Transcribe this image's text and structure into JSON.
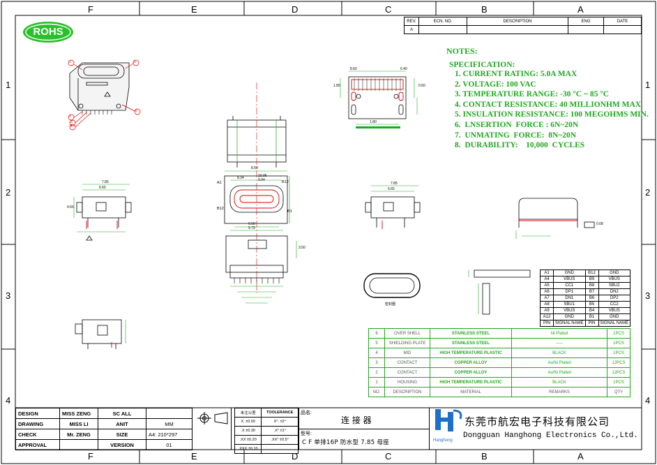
{
  "rohs": "ROHS",
  "zones_top": [
    "F",
    "E",
    "D",
    "C",
    "B",
    "A"
  ],
  "zones_side": [
    "1",
    "2",
    "3",
    "4"
  ],
  "revision": {
    "headers": [
      "REV.",
      "ECN. NO.",
      "DESCRIPTION",
      "ENG",
      "DATE"
    ],
    "row": [
      "A",
      "",
      "",
      "",
      ""
    ]
  },
  "notes": {
    "title": "NOTES:",
    "spec_title": "SPECIFICATION:",
    "items": [
      "1. CURRENT RATING: 5.0A MAX",
      "2. VOLTAGE: 100 VAC",
      "3. TEMPERATURE RANGE: -30 °C ~ 85 °C",
      "4. CONTACT RESISTANCE: 40 MILLIONHM MAX",
      "5. INSULATION RESISTANCE: 100 MEGOHMS MIN.",
      "6.  LNSERTION  FORCE : 6N~20N",
      "7.  UNMATING  FORCE:  8N~20N",
      "8.  DURABILITY:    10,000  CYCLES"
    ]
  },
  "pins": {
    "rows": [
      [
        "A1",
        "GND",
        "B12",
        "GND"
      ],
      [
        "A4",
        "VBUS",
        "B9",
        "VBUS"
      ],
      [
        "A5",
        "CC1",
        "B8",
        "SBU2"
      ],
      [
        "A6",
        "DP1",
        "B7",
        "DN2"
      ],
      [
        "A7",
        "DN1",
        "B6",
        "DP2"
      ],
      [
        "A8",
        "SBU1",
        "B5",
        "CC2"
      ],
      [
        "A9",
        "VBUS",
        "B4",
        "VBUS"
      ],
      [
        "A12",
        "GND",
        "B1",
        "GND"
      ]
    ],
    "footer": [
      "PIN",
      "SIGNAL NAME",
      "PIN",
      "SIGNAL NAME"
    ]
  },
  "bom": {
    "rows": [
      [
        "6",
        "OVER SHELL",
        "STAINLESS STEEL",
        "Ni Plated",
        "1PCS"
      ],
      [
        "5",
        "SHIELDING PLATE",
        "STAINLESS STEEL",
        "-----",
        "1PCS"
      ],
      [
        "4",
        "MID",
        "HIGH TEMPERATURE PLASTIC",
        "BLACK",
        "1PCS"
      ],
      [
        "3",
        "CONTACT",
        "COPPER ALLOY",
        "Au/Ni Plated",
        "12PCS"
      ],
      [
        "2",
        "CONTACT",
        "COPPER ALLOY",
        "Au/Ni Plated",
        "12PCS"
      ],
      [
        "1",
        "HOUSING",
        "HIGH TEMPERATURE PLASTIC",
        "BLACK",
        "1PCS"
      ]
    ],
    "footer": [
      "NO.",
      "DESCRIPTION",
      "MATERIAL",
      "REMARKS",
      "QTY"
    ]
  },
  "title_block": {
    "rows": [
      [
        "DESIGN",
        "MISS ZENG",
        "SC ALL",
        ""
      ],
      [
        "DRAWING",
        "MISS LI",
        "ANIT",
        "MM"
      ],
      [
        "CHECK",
        "Mr. ZENG",
        "SIZE",
        "A4: 210*297"
      ],
      [
        "APPROVAL",
        "",
        "VERSION",
        "01"
      ]
    ],
    "tol_header": [
      "未注公差",
      "TOOLERANCE"
    ],
    "tol_rows": [
      [
        "X. ±0.50",
        "X°. ±2°"
      ],
      [
        ".X ±0.30",
        ".X° ±1°"
      ],
      [
        ".XX ±0.20",
        ".XX° ±0.5°"
      ],
      [
        ".XXX ±0.10",
        ""
      ]
    ],
    "name_label": "品名:",
    "name_value": "连 接 器",
    "model_label": "型号:",
    "model_value": "C F 单排16P 防水型  7.85 母座",
    "company_cn": "东莞市航宏电子科技有限公司",
    "company_en": "Dongguan Hanghong Electronics Co.,Ltd.",
    "logo_text": "Hanghong"
  },
  "seal_label": "密封圈",
  "callouts": [
    "1",
    "2",
    "3",
    "4",
    "5",
    "6"
  ],
  "dims": {
    "top_left": "8.60",
    "top_right": "6.40",
    "pitch": "1.80",
    "side_a": "1.80",
    "side_b": "0.50",
    "a1": "A1",
    "b12": "B12",
    "b1": "B1",
    "w1": "8.50",
    "w2": "8.34",
    "w3": "10.06",
    "w4": "9.94",
    "w5": "6.50",
    "w6": "9.79",
    "w7": "7.85",
    "w8": "6.65",
    "h1": "4.66",
    "h2": "3.50",
    "g": "0.08"
  }
}
